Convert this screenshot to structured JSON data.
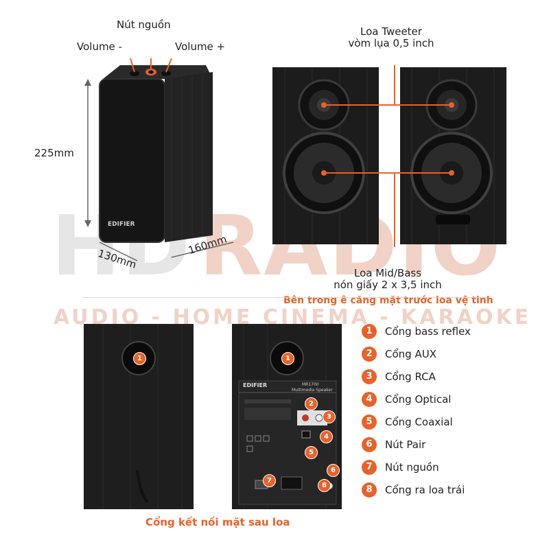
{
  "watermark": {
    "brand_left": "HD",
    "brand_right": "RADIO",
    "tagline": "AUDIO - HOME CINEMA - KARAOKE"
  },
  "top_left": {
    "power_button_label": "Nút nguồn",
    "volume_minus_label": "Volume -",
    "volume_plus_label": "Volume +",
    "height_label": "225mm",
    "depth_label": "130mm",
    "width_label": "160mm",
    "logo": "EDIFIER"
  },
  "top_right": {
    "tweeter_label_line1": "Loa Tweeter",
    "tweeter_label_line2": "vòm lụa 0,5 inch",
    "midbass_label_line1": "Loa Mid/Bass",
    "midbass_label_line2": "nón giấy 2 x 3,5 inch",
    "caption": "Bên trong ê căng mặt trước loa vệ tinh"
  },
  "bottom": {
    "caption": "Cổng kết nối mặt sau loa",
    "back_panel_brand": "EDIFIER",
    "back_panel_model": "MR1700",
    "back_panel_subtitle": "Multimedia Speaker"
  },
  "legend": [
    {
      "num": "1",
      "label": "Cổng bass reflex"
    },
    {
      "num": "2",
      "label": "Cổng AUX"
    },
    {
      "num": "3",
      "label": "Cổng RCA"
    },
    {
      "num": "4",
      "label": "Cổng Optical"
    },
    {
      "num": "5",
      "label": "Cổng Coaxial"
    },
    {
      "num": "6",
      "label": "Nút Pair"
    },
    {
      "num": "7",
      "label": "Nút nguồn"
    },
    {
      "num": "8",
      "label": "Cổng ra loa trái"
    }
  ],
  "colors": {
    "accent": "#e8622a",
    "wood": "#1f1f1f",
    "grille": "#141414"
  }
}
